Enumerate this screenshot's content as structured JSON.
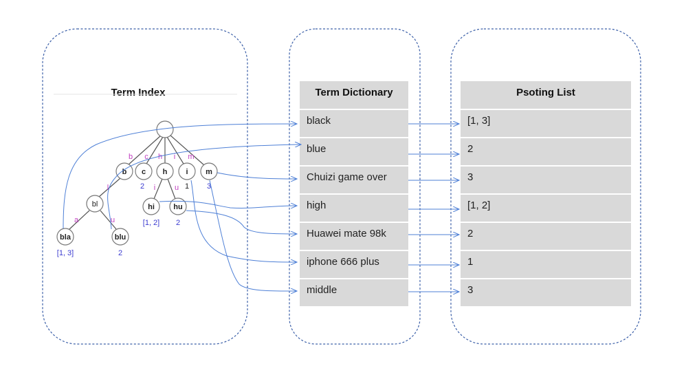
{
  "term_index": {
    "title": "Term Index"
  },
  "term_dictionary": {
    "title": "Term Dictionary",
    "terms": [
      "black",
      "blue",
      "Chuizi game over",
      "high",
      "Huawei mate 98k",
      "iphone 666 plus",
      "middle"
    ]
  },
  "posting_list": {
    "title": "Psoting List",
    "entries": [
      "[1, 3]",
      "2",
      "3",
      "[1, 2]",
      "2",
      "1",
      "3"
    ]
  },
  "trie": {
    "nodes": {
      "root": "",
      "b": "b",
      "c": "c",
      "h": "h",
      "i": "i",
      "m": "m",
      "bl": "bl",
      "hi": "hi",
      "hu": "hu",
      "bla": "bla",
      "blu": "blu"
    },
    "edge_labels": {
      "root_b": "b",
      "root_c": "c",
      "root_h": "h",
      "root_i": "i",
      "root_m": "m",
      "b_bl": "l",
      "h_hi": "i",
      "h_hu": "u",
      "bl_bla": "a",
      "bl_blu": "u"
    },
    "postings": {
      "c": "2",
      "i": "1",
      "m": "3",
      "hi": "[1, 2]",
      "hu": "2",
      "bla": "[1, 3]",
      "blu": "2"
    }
  },
  "colors": {
    "panel_border": "#3b5fa8",
    "cell_fill": "#d9d9d9",
    "link_line": "#4d7fd6",
    "edge_label": "#c040c0",
    "posting_label": "#3b3bd0"
  }
}
